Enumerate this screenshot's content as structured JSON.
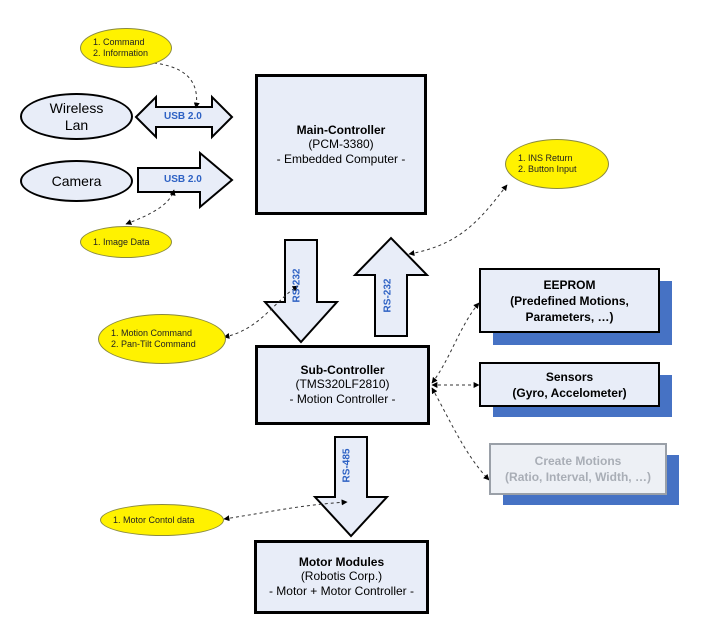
{
  "main_controller": {
    "title": "Main-Controller",
    "lines": [
      "(PCM-3380)",
      "- Embedded Computer -"
    ]
  },
  "sub_controller": {
    "title": "Sub-Controller",
    "lines": [
      "(TMS320LF2810)",
      "- Motion Controller -"
    ]
  },
  "motor_modules": {
    "title": "Motor Modules",
    "lines": [
      "(Robotis Corp.)",
      "- Motor + Motor Controller -"
    ]
  },
  "peripherals": {
    "wireless_lan": [
      "Wireless",
      "Lan"
    ],
    "camera": "Camera"
  },
  "side_boxes": {
    "eeprom": [
      "EEPROM",
      "(Predefined Motions,",
      "Parameters, …)"
    ],
    "sensors": [
      "Sensors",
      "(Gyro, Accelometer)"
    ],
    "create_motions": [
      "Create Motions",
      "(Ratio, Interval, Width, …)"
    ]
  },
  "links": {
    "usb_wireless": "USB 2.0",
    "usb_camera": "USB 2.0",
    "rs232_down": "RS-232",
    "rs232_up": "RS-232",
    "rs485": "RS-485"
  },
  "notes": {
    "command_info": [
      "1. Command",
      "2. Information"
    ],
    "image_data": [
      "1. Image Data"
    ],
    "ins_return": [
      "1. INS Return",
      "2. Button Input"
    ],
    "motion_command": [
      "1. Motion Command",
      "2. Pan-Tilt Command"
    ],
    "motor_control": [
      "1. Motor Contol data"
    ]
  },
  "colors": {
    "box_fill": "#e8edf8",
    "shadow": "#4672c4",
    "note_fill": "#fff200",
    "label_blue": "#2e62c4"
  }
}
